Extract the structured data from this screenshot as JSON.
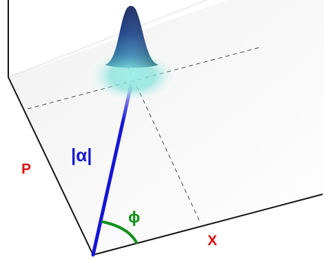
{
  "labels": {
    "p_axis": "P",
    "x_axis": "X",
    "amplitude": "|α|",
    "phase": "ϕ"
  },
  "colors": {
    "axis": "#111111",
    "axis_label": "#e01010",
    "amplitude_vector": "#1515d6",
    "amplitude_label": "#1a1acf",
    "phase_arc": "#10901a",
    "phase_label": "#10901a",
    "guide_lines": "#444444",
    "wavepacket_peak": "#081a5e",
    "wavepacket_base": "#7fe6e0"
  }
}
